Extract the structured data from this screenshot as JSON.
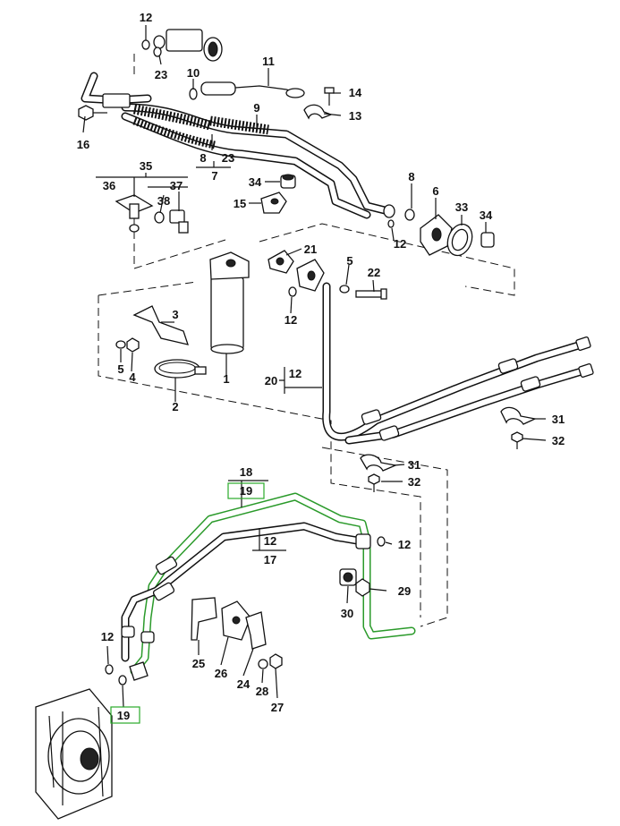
{
  "colors": {
    "line": "#111111",
    "highlight": "#2a9a2a",
    "background": "#ffffff"
  },
  "callouts": {
    "c12a": "12",
    "c23a": "23",
    "c10": "10",
    "c11": "11",
    "c14": "14",
    "c13": "13",
    "c16": "16",
    "c9": "9",
    "c8a": "8",
    "c23b": "23",
    "c7": "7",
    "c35": "35",
    "c36": "36",
    "c37": "37",
    "c38": "38",
    "c34a": "34",
    "c15": "15",
    "c8b": "8",
    "c6": "6",
    "c33": "33",
    "c34b": "34",
    "c12b": "12",
    "c21": "21",
    "c5a": "5",
    "c22": "22",
    "c12c": "12",
    "c3": "3",
    "c5b": "5",
    "c4": "4",
    "c1": "1",
    "c2": "2",
    "c20": "20",
    "c12d": "12",
    "c31a": "31",
    "c32a": "32",
    "c31b": "31",
    "c32b": "32",
    "c18": "18",
    "c19a": "19",
    "c12e": "12",
    "c17": "17",
    "c12f": "12",
    "c29": "29",
    "c30": "30",
    "c12g": "12",
    "c25": "25",
    "c26": "26",
    "c24": "24",
    "c28": "28",
    "c27": "27",
    "c19b": "19"
  }
}
